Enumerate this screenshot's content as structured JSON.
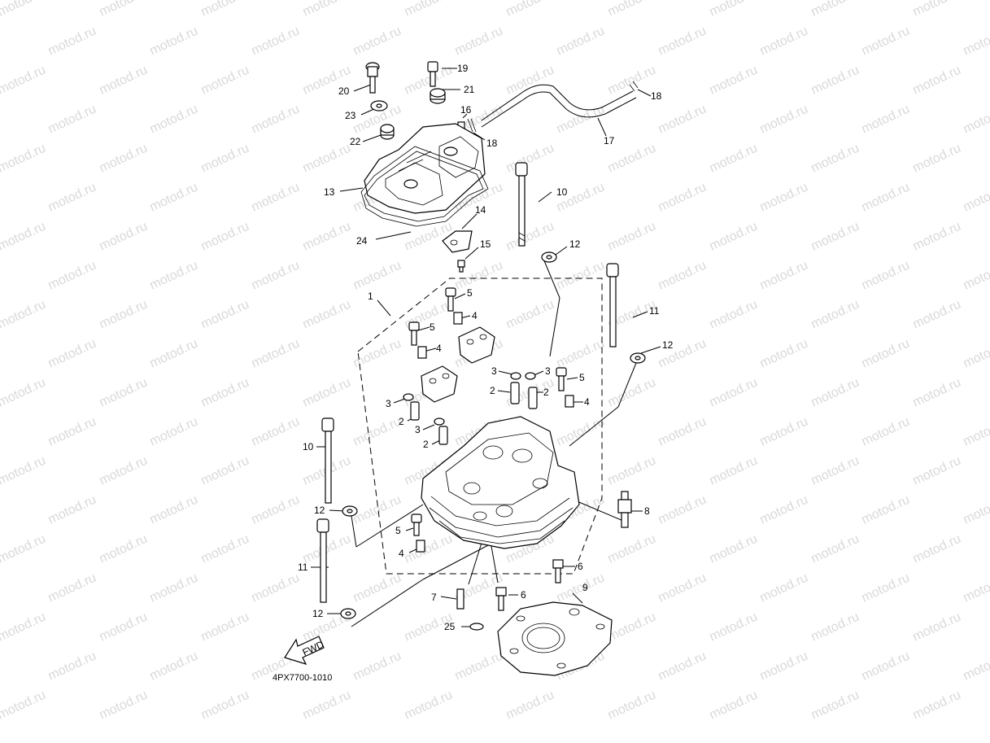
{
  "watermark": {
    "text": "motod.ru"
  },
  "diagram": {
    "code": "4PX7700-1010",
    "fwd_label": "FWD",
    "callouts": [
      {
        "id": "20",
        "text": "20"
      },
      {
        "id": "19",
        "text": "19"
      },
      {
        "id": "21",
        "text": "21"
      },
      {
        "id": "23",
        "text": "23"
      },
      {
        "id": "16",
        "text": "16"
      },
      {
        "id": "18a",
        "text": "18"
      },
      {
        "id": "18b",
        "text": "18"
      },
      {
        "id": "17",
        "text": "17"
      },
      {
        "id": "22",
        "text": "22"
      },
      {
        "id": "13",
        "text": "13"
      },
      {
        "id": "24",
        "text": "24"
      },
      {
        "id": "14",
        "text": "14"
      },
      {
        "id": "15",
        "text": "15"
      },
      {
        "id": "10a",
        "text": "10"
      },
      {
        "id": "12a",
        "text": "12"
      },
      {
        "id": "1",
        "text": "1"
      },
      {
        "id": "5a",
        "text": "5"
      },
      {
        "id": "4a",
        "text": "4"
      },
      {
        "id": "5b",
        "text": "5"
      },
      {
        "id": "4b",
        "text": "4"
      },
      {
        "id": "11a",
        "text": "11"
      },
      {
        "id": "12b",
        "text": "12"
      },
      {
        "id": "3a",
        "text": "3"
      },
      {
        "id": "3b",
        "text": "3"
      },
      {
        "id": "5c",
        "text": "5"
      },
      {
        "id": "2a",
        "text": "2"
      },
      {
        "id": "2b",
        "text": "2"
      },
      {
        "id": "4c",
        "text": "4"
      },
      {
        "id": "3c",
        "text": "3"
      },
      {
        "id": "2c",
        "text": "2"
      },
      {
        "id": "3d",
        "text": "3"
      },
      {
        "id": "2d",
        "text": "2"
      },
      {
        "id": "10b",
        "text": "10"
      },
      {
        "id": "8",
        "text": "8"
      },
      {
        "id": "12c",
        "text": "12"
      },
      {
        "id": "5d",
        "text": "5"
      },
      {
        "id": "4d",
        "text": "4"
      },
      {
        "id": "6a",
        "text": "6"
      },
      {
        "id": "11b",
        "text": "11"
      },
      {
        "id": "9",
        "text": "9"
      },
      {
        "id": "7",
        "text": "7"
      },
      {
        "id": "6b",
        "text": "6"
      },
      {
        "id": "12d",
        "text": "12"
      },
      {
        "id": "25",
        "text": "25"
      }
    ]
  }
}
